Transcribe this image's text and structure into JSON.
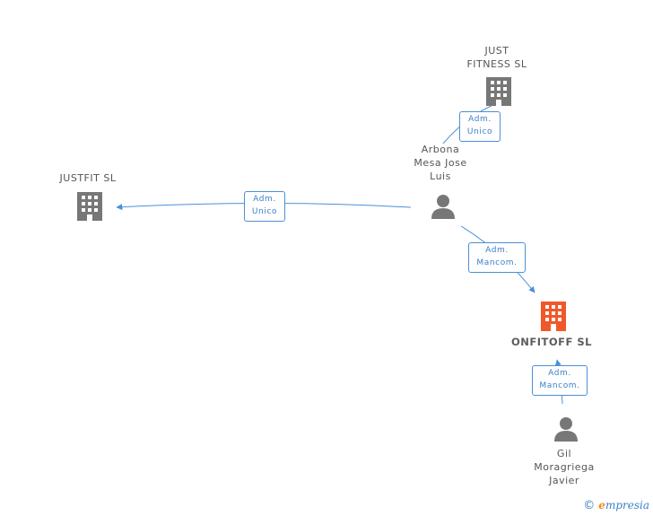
{
  "nodes": {
    "just_fitness": {
      "label": "JUST\nFITNESS SL",
      "type": "company"
    },
    "justfit": {
      "label": "JUSTFIT  SL",
      "type": "company"
    },
    "arbona": {
      "label": "Arbona\nMesa Jose\nLuis",
      "type": "person"
    },
    "onfitoff": {
      "label": "ONFITOFF  SL",
      "type": "company-focus"
    },
    "gil": {
      "label": "Gil\nMoragriega\nJavier",
      "type": "person"
    }
  },
  "edges": {
    "e1": {
      "label": "Adm.\nUnico"
    },
    "e2": {
      "label": "Adm.\nUnico"
    },
    "e3": {
      "label": "Adm.\nMancom."
    },
    "e4": {
      "label": "Adm.\nMancom."
    }
  },
  "colors": {
    "company": "#777777",
    "company_focus": "#f0582a",
    "person": "#777777",
    "edge": "#4a90d9"
  },
  "footer": {
    "copyright": "©",
    "brand_initial": "e",
    "brand_rest": "mpresia"
  }
}
